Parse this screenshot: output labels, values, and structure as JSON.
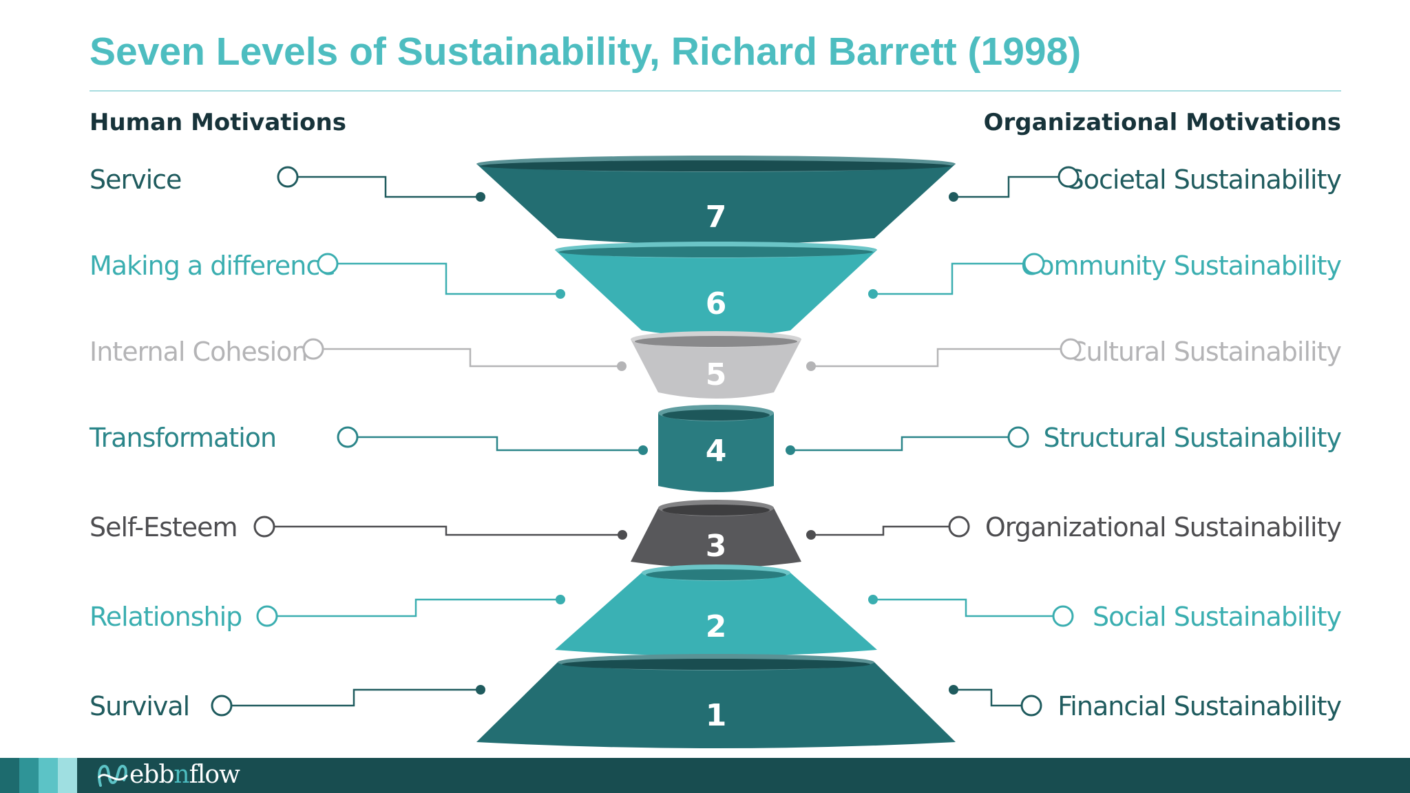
{
  "title": "Seven Levels of Sustainability, Richard Barrett (1998)",
  "headers": {
    "left": "Human Motivations",
    "right": "Organizational Motivations"
  },
  "levels": [
    {
      "number": "7",
      "human": "Service",
      "organizational": "Societal Sustainability",
      "color": "#236e72",
      "label_color": "#1f5b5e"
    },
    {
      "number": "6",
      "human": "Making a difference",
      "organizational": "Community Sustainability",
      "color": "#3ab1b4",
      "label_color": "#3aaeb0"
    },
    {
      "number": "5",
      "human": "Internal Cohesion",
      "organizational": "Cultural Sustainability",
      "color": "#c4c4c6",
      "label_color": "#b4b4b6"
    },
    {
      "number": "4",
      "human": "Transformation",
      "organizational": "Structural Sustainability",
      "color": "#2a7c80",
      "label_color": "#2a8589"
    },
    {
      "number": "3",
      "human": "Self-Esteem",
      "organizational": "Organizational Sustainability",
      "color": "#58585b",
      "label_color": "#4d4d50"
    },
    {
      "number": "2",
      "human": "Relationship",
      "organizational": "Social Sustainability",
      "color": "#3ab1b4",
      "label_color": "#3aaeb0"
    },
    {
      "number": "1",
      "human": "Survival",
      "organizational": "Financial Sustainability",
      "color": "#236e72",
      "label_color": "#1f5b5e"
    }
  ],
  "footer": {
    "brand_prefix": "ebb",
    "brand_mid": "n",
    "brand_suffix": "flow",
    "bar_color": "#184d50"
  }
}
